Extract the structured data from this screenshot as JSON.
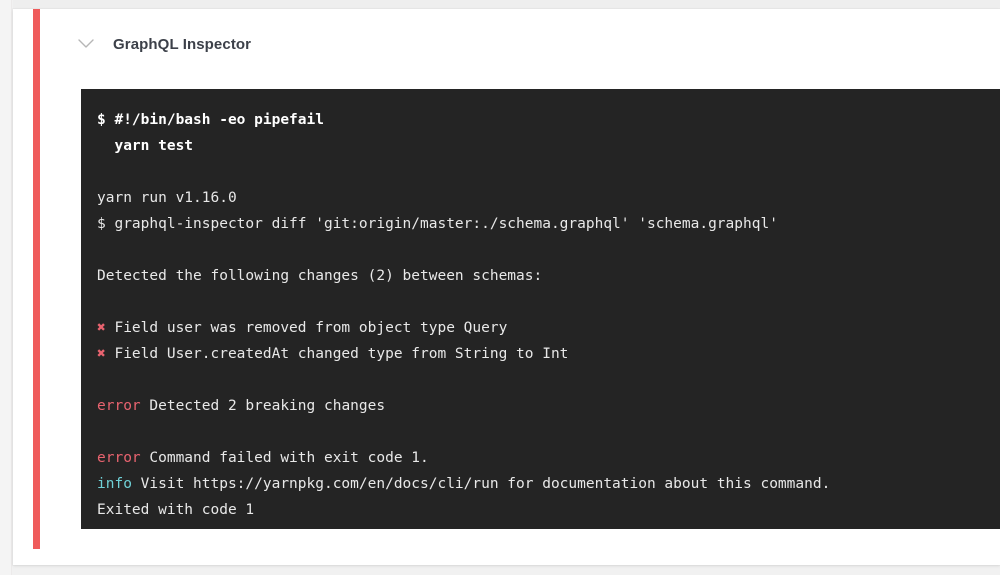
{
  "header": {
    "title": "GraphQL Inspector",
    "collapse_icon": "chevron-down-icon"
  },
  "status": {
    "color": "#ef5b5b",
    "state": "failed"
  },
  "terminal": {
    "background": "#242424",
    "foreground": "#e8e8e8",
    "error_color": "#e8636f",
    "info_color": "#6fd0d6",
    "lines": [
      {
        "kind": "command",
        "text": "$ #!/bin/bash -eo pipefail"
      },
      {
        "kind": "command",
        "text": "  yarn test"
      },
      {
        "kind": "blank",
        "text": ""
      },
      {
        "kind": "plain",
        "text": "yarn run v1.16.0"
      },
      {
        "kind": "plain",
        "text": "$ graphql-inspector diff 'git:origin/master:./schema.graphql' 'schema.graphql'"
      },
      {
        "kind": "blank",
        "text": ""
      },
      {
        "kind": "plain",
        "text": "Detected the following changes (2) between schemas:"
      },
      {
        "kind": "blank",
        "text": ""
      },
      {
        "kind": "cross",
        "marker": "✖",
        "text": " Field user was removed from object type Query"
      },
      {
        "kind": "cross",
        "marker": "✖",
        "text": " Field User.createdAt changed type from String to Int"
      },
      {
        "kind": "blank",
        "text": ""
      },
      {
        "kind": "error",
        "marker": "error",
        "text": " Detected 2 breaking changes"
      },
      {
        "kind": "blank",
        "text": ""
      },
      {
        "kind": "error",
        "marker": "error",
        "text": " Command failed with exit code 1."
      },
      {
        "kind": "info",
        "marker": "info",
        "text": " Visit https://yarnpkg.com/en/docs/cli/run for documentation about this command."
      },
      {
        "kind": "plain",
        "text": "Exited with code 1"
      }
    ]
  }
}
